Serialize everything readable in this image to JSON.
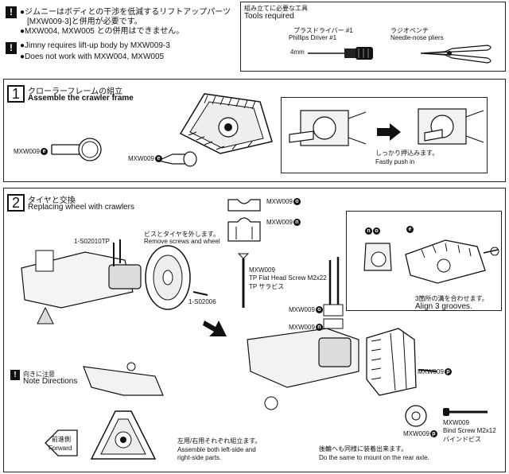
{
  "warnings": {
    "jp_line1": "●ジムニーはボディとの干渉を低減するリフトアップパーツ",
    "jp_line2": "[MXW009-3]と併用が必要です。",
    "jp_line3": "●MXW004, MXW005 との併用はできません。",
    "en_line1": "●Jimny requires lift-up body by MXW009-3",
    "en_line2": "●Does not work with MXW004, MXW005",
    "icon": "!"
  },
  "tools": {
    "title_jp": "組み立てに必要な工具",
    "title_en": "Tools required",
    "driver_jp": "プラスドライバー #1",
    "driver_en": "Phillips Driver #1",
    "driver_size": "4mm",
    "pliers_jp": "ラジオペンチ",
    "pliers_en": "Needle-nose pliers"
  },
  "step1": {
    "number": "1",
    "title_jp": "クローラーフレームの組立",
    "title_en": "Assemble the crawler frame",
    "part_label_1": "MXW009",
    "part_badge_1": "e",
    "part_label_2": "MXW009",
    "part_badge_2": "e",
    "caption_jp": "しっかり押込みます。",
    "caption_en": "Fastly push in"
  },
  "step2": {
    "number": "2",
    "title_jp": "タイヤと交換",
    "title_en": "Replacing wheel with crawlers",
    "remove_jp": "ビスとタイヤを外します。",
    "remove_en": "Remove screws and wheel",
    "screw1": "1-S02010TP",
    "screw2": "1-S02006",
    "part_o_label": "MXW009",
    "part_o_badge": "o",
    "part_n_label": "MXW009",
    "part_n_badge": "n",
    "screw_label_1": "MXW009",
    "screw_label_2": "TP Flat Head Screw M2x22",
    "screw_label_3": "TP サラビス",
    "badge_n": "n",
    "badge_o": "o",
    "badge_e": "e",
    "align_jp": "3箇所の溝を合わせます。",
    "align_en": "Align 3 grooves.",
    "asm_o_label": "MXW009",
    "asm_o_badge": "o",
    "asm_n_label": "MXW009",
    "asm_n_badge": "n",
    "asm_p_label": "MXW009",
    "asm_p_badge": "p",
    "washer_label": "MXW009",
    "washer_badge": "p",
    "bind_label_1": "MXW009",
    "bind_label_2": "Bind Screw M2x12",
    "bind_label_3": "バインドビス",
    "note_jp": "向きに注意",
    "note_en": "Note Directions",
    "forward_jp": "前進側",
    "forward_en": "Forward",
    "both_jp": "左用/右用それぞれ組立ます。",
    "both_en1": "Assemble both left-side and",
    "both_en2": "right-side parts.",
    "rear_jp": "後輪へも同様に装着出来ます。",
    "rear_en": "Do the same to mount on the rear axle."
  }
}
